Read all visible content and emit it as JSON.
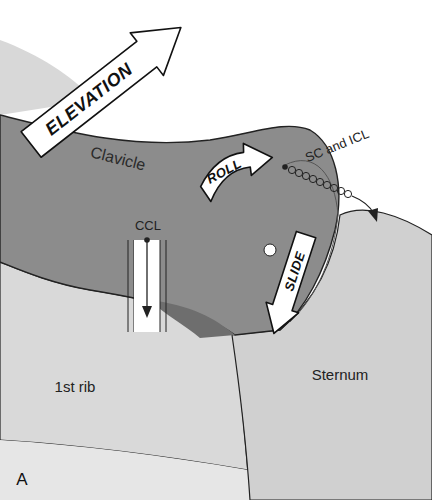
{
  "diagram": {
    "nodes": [
      {
        "text": [
          "ELEVATION"
        ]
      },
      {
        "text": [
          "ROLL"
        ]
      },
      {
        "text": [
          "SLIDE"
        ]
      }
    ],
    "labels": [
      "Clavicle",
      "CCL",
      "SC and ICL",
      "1st rib",
      "Sternum",
      "A"
    ]
  }
}
